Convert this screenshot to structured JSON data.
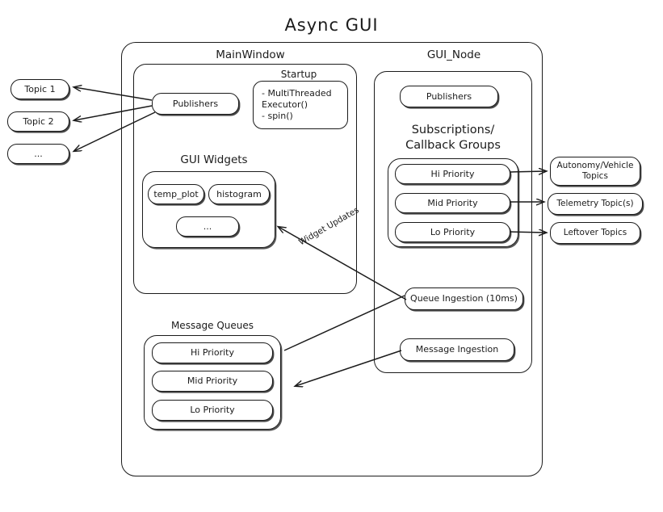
{
  "title": "Async GUI",
  "external_topics": [
    {
      "label": "Topic 1"
    },
    {
      "label": "Topic 2"
    },
    {
      "label": "..."
    }
  ],
  "right_topics": [
    {
      "label": "Autonomy/Vehicle\nTopics"
    },
    {
      "label": "Telemetry Topic(s)"
    },
    {
      "label": "Leftover Topics"
    }
  ],
  "main_window": {
    "title": "MainWindow",
    "publishers": "Publishers",
    "startup": {
      "title": "Startup",
      "items": "-  MultiThreaded\n   Executor()\n-  spin()"
    },
    "gui_widgets": {
      "title": "GUI Widgets",
      "widgets": [
        {
          "label": "temp_plot"
        },
        {
          "label": "histogram"
        },
        {
          "label": "..."
        }
      ]
    }
  },
  "gui_node": {
    "title": "GUI_Node",
    "publishers": "Publishers",
    "subscriptions": {
      "title": "Subscriptions/\nCallback Groups",
      "groups": [
        {
          "label": "Hi Priority"
        },
        {
          "label": "Mid Priority"
        },
        {
          "label": "Lo Priority"
        }
      ]
    },
    "queue_ingestion": "Queue Ingestion (10ms)",
    "message_ingestion": "Message Ingestion"
  },
  "message_queues": {
    "title": "Message Queues",
    "queues": [
      {
        "label": "Hi Priority"
      },
      {
        "label": "Mid Priority"
      },
      {
        "label": "Lo Priority"
      }
    ]
  },
  "annotations": {
    "widget_updates": "Widget Updates"
  },
  "colors": {
    "ink": "#1b1b1b",
    "background": "#ffffff",
    "shadow": "#4a4a4a"
  }
}
